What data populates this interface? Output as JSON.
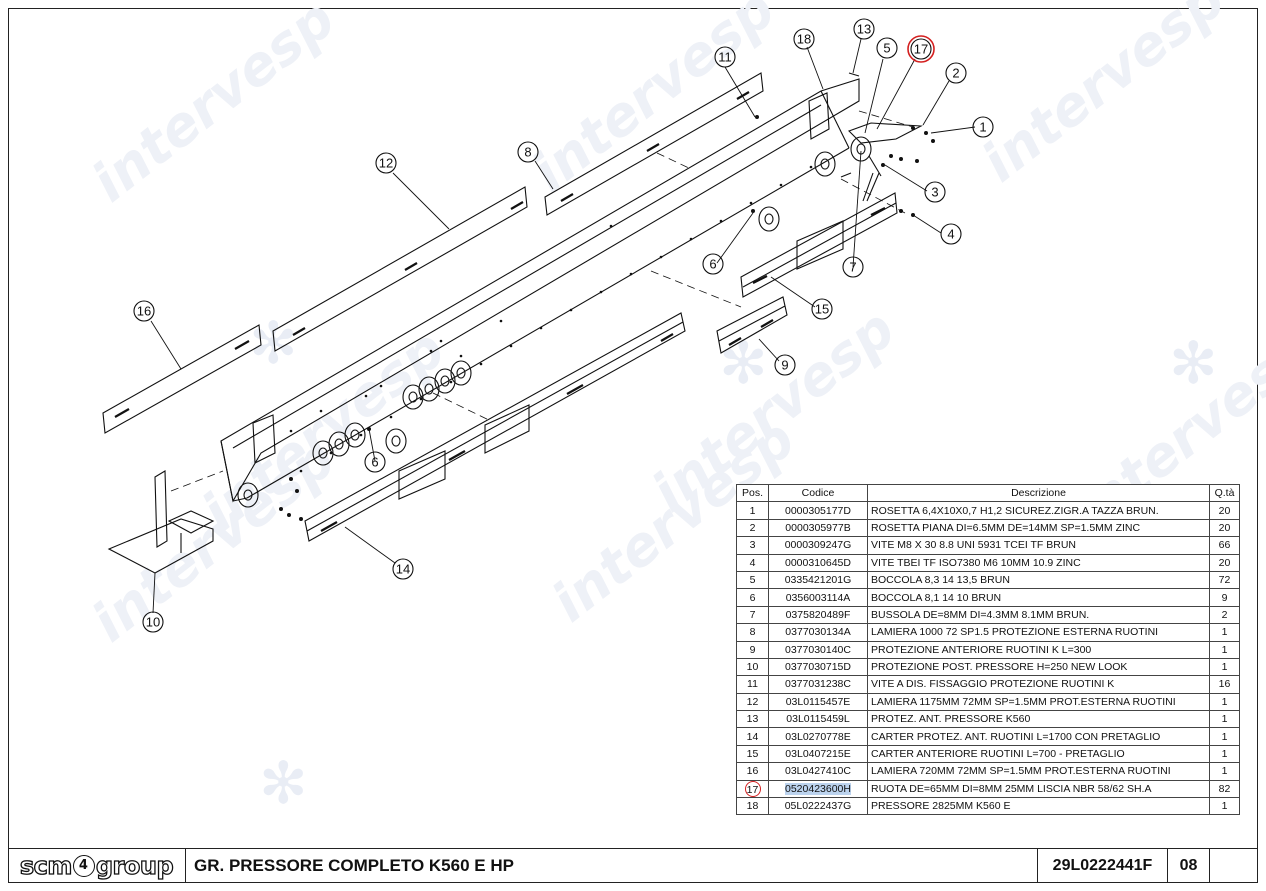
{
  "balloons": [
    "1",
    "2",
    "3",
    "4",
    "5",
    "6",
    "6",
    "7",
    "8",
    "9",
    "10",
    "11",
    "12",
    "13",
    "14",
    "15",
    "16",
    "17",
    "18"
  ],
  "watermark": "intervesp",
  "table": {
    "headers": [
      "Pos.",
      "Codice",
      "Descrizione",
      "Q.tà"
    ],
    "rows": [
      {
        "pos": "1",
        "code": "0000305177D",
        "desc": "ROSETTA 6,4X10X0,7 H1,2 SICUREZ.ZIGR.A TAZZA BRUN.",
        "qty": "20"
      },
      {
        "pos": "2",
        "code": "0000305977B",
        "desc": "ROSETTA PIANA DI=6.5MM DE=14MM SP=1.5MM ZINC",
        "qty": "20"
      },
      {
        "pos": "3",
        "code": "0000309247G",
        "desc": "VITE M8 X 30 8.8 UNI 5931 TCEI TF BRUN",
        "qty": "66"
      },
      {
        "pos": "4",
        "code": "0000310645D",
        "desc": "VITE TBEI TF ISO7380 M6 10MM 10.9 ZINC",
        "qty": "20"
      },
      {
        "pos": "5",
        "code": "0335421201G",
        "desc": "BOCCOLA 8,3 14 13,5 BRUN",
        "qty": "72"
      },
      {
        "pos": "6",
        "code": "0356003114A",
        "desc": "BOCCOLA 8,1 14 10 BRUN",
        "qty": "9"
      },
      {
        "pos": "7",
        "code": "0375820489F",
        "desc": "BUSSOLA DE=8MM DI=4.3MM 8.1MM BRUN.",
        "qty": "2"
      },
      {
        "pos": "8",
        "code": "0377030134A",
        "desc": "LAMIERA 1000 72 SP1.5 PROTEZIONE ESTERNA RUOTINI",
        "qty": "1"
      },
      {
        "pos": "9",
        "code": "0377030140C",
        "desc": "PROTEZIONE ANTERIORE RUOTINI K L=300",
        "qty": "1"
      },
      {
        "pos": "10",
        "code": "0377030715D",
        "desc": "PROTEZIONE POST. PRESSORE H=250 NEW LOOK",
        "qty": "1"
      },
      {
        "pos": "11",
        "code": "0377031238C",
        "desc": "VITE A DIS. FISSAGGIO PROTEZIONE RUOTINI K",
        "qty": "16"
      },
      {
        "pos": "12",
        "code": "03L0115457E",
        "desc": "LAMIERA 1175MM 72MM SP=1.5MM PROT.ESTERNA RUOTINI",
        "qty": "1"
      },
      {
        "pos": "13",
        "code": "03L0115459L",
        "desc": "PROTEZ. ANT. PRESSORE K560",
        "qty": "1"
      },
      {
        "pos": "14",
        "code": "03L0270778E",
        "desc": "CARTER PROTEZ. ANT. RUOTINI L=1700 CON PRETAGLIO",
        "qty": "1"
      },
      {
        "pos": "15",
        "code": "03L0407215E",
        "desc": "CARTER ANTERIORE RUOTINI L=700 - PRETAGLIO",
        "qty": "1"
      },
      {
        "pos": "16",
        "code": "03L0427410C",
        "desc": "LAMIERA 720MM 72MM SP=1.5MM PROT.ESTERNA RUOTINI",
        "qty": "1"
      },
      {
        "pos": "17",
        "code": "0520423600H",
        "desc": "RUOTA DE=65MM DI=8MM 25MM LISCIA NBR 58/62 SH.A",
        "qty": "82"
      },
      {
        "pos": "18",
        "code": "05L0222437G",
        "desc": "PRESSORE 2825MM K560 E",
        "qty": "1"
      }
    ]
  },
  "title_block": {
    "logo_left": "scm",
    "logo_right": "group",
    "assembly_title": "GR. PRESSORE COMPLETO K560 E HP",
    "drawing_code": "29L0222441F",
    "sheet_number": "08"
  },
  "highlight": {
    "position": "17",
    "ring_color": "#d42020",
    "code_bg": "#bcd3ee"
  }
}
